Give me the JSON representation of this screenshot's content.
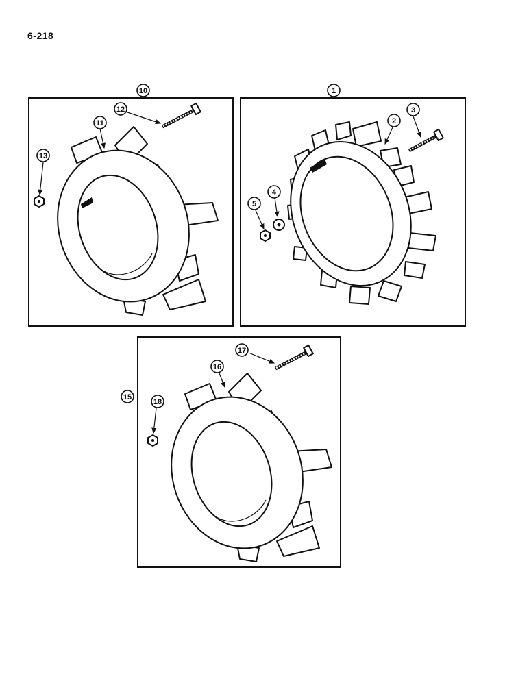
{
  "page_number": "6-218",
  "callouts": {
    "c1": "1",
    "c2": "2",
    "c3": "3",
    "c4": "4",
    "c5": "5",
    "c10": "10",
    "c11": "11",
    "c12": "12",
    "c13": "13",
    "c15": "15",
    "c16": "16",
    "c17": "17",
    "c18": "18"
  }
}
